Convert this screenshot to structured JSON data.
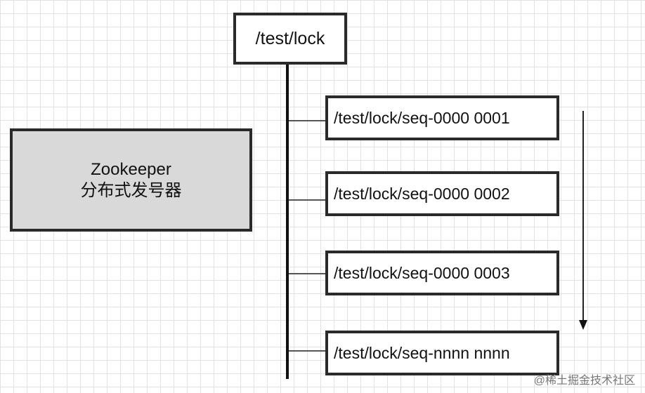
{
  "root": {
    "label": "/test/lock"
  },
  "zookeeper": {
    "line1": "Zookeeper",
    "line2": "分布式发号器"
  },
  "children": [
    {
      "label": "/test/lock/seq-0000 0001"
    },
    {
      "label": "/test/lock/seq-0000 0002"
    },
    {
      "label": "/test/lock/seq-0000 0003"
    },
    {
      "label": "/test/lock/seq-nnnn nnnn"
    }
  ],
  "watermark": "@稀土掘金技术社区"
}
